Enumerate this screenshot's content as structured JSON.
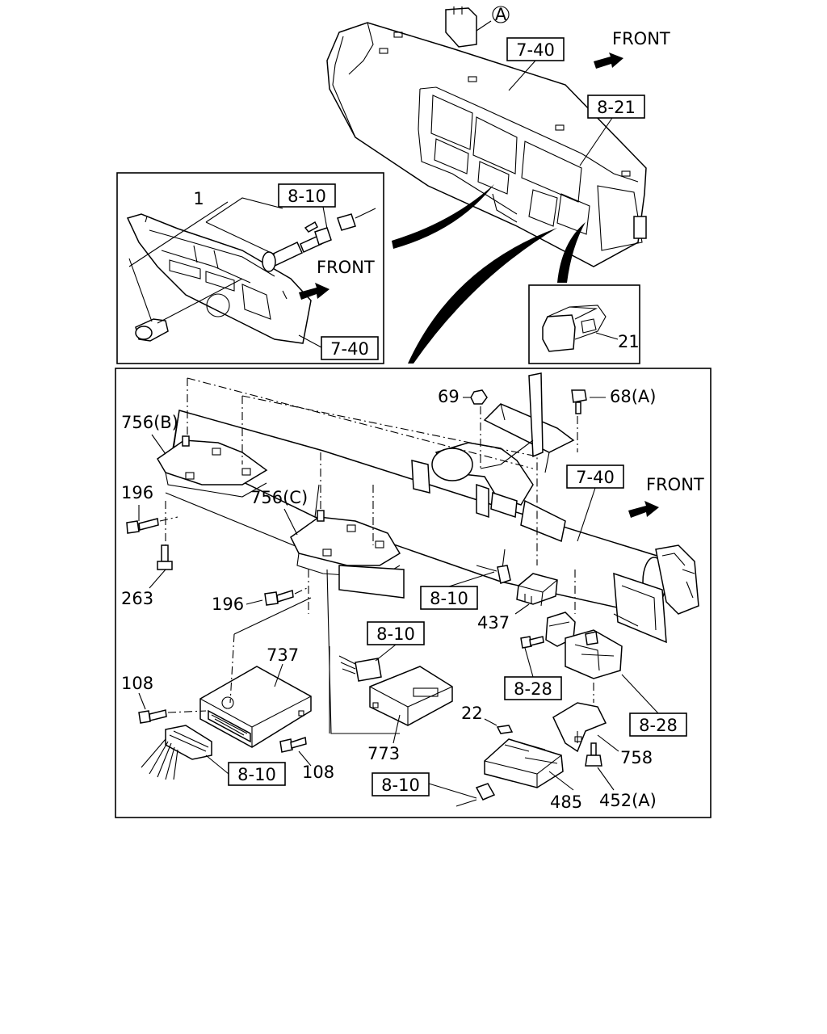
{
  "diagram": {
    "front_labels": [
      "FRONT",
      "FRONT",
      "FRONT"
    ],
    "circle_ref": "A",
    "ref_boxes": {
      "top_7_40": "7-40",
      "top_8_21": "8-21",
      "inset_8_10": "8-10",
      "inset_7_40": "7-40",
      "main_7_40": "7-40",
      "main_8_10_a": "8-10",
      "main_8_10_b": "8-10",
      "main_8_10_c": "8-10",
      "main_8_10_d": "8-10",
      "main_8_28_a": "8-28",
      "main_8_28_b": "8-28"
    },
    "part_numbers": {
      "p1": "1",
      "p21": "21",
      "p69": "69",
      "p68a": "68(A)",
      "p756b": "756(B)",
      "p196a": "196",
      "p756c": "756(C)",
      "p263": "263",
      "p196b": "196",
      "p437": "437",
      "p737": "737",
      "p108a": "108",
      "p108b": "108",
      "p773": "773",
      "p22": "22",
      "p758": "758",
      "p485": "485",
      "p452a": "452(A)"
    }
  }
}
